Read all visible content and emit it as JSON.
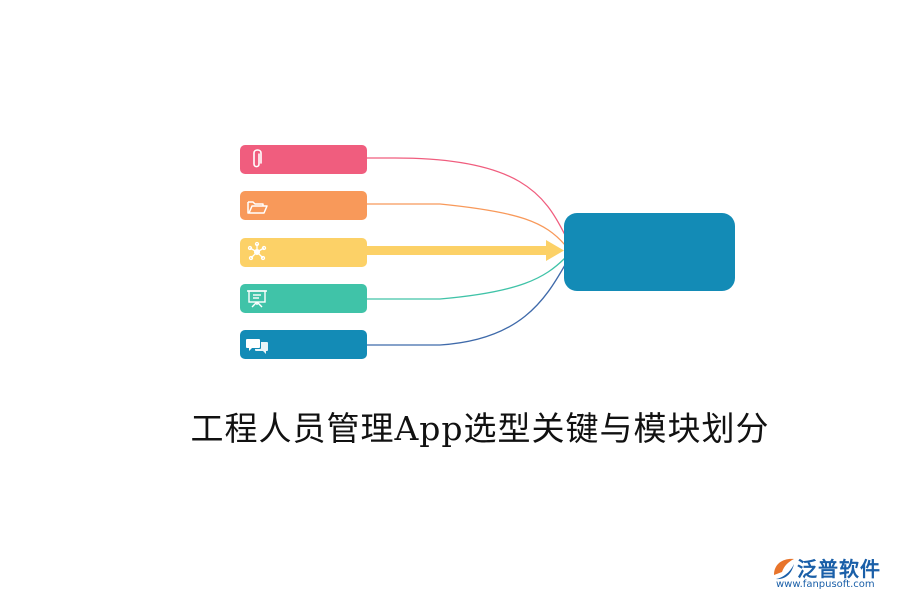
{
  "title": "工程人员管理App选型关键与模块划分",
  "colors": {
    "pink": "#f05d7e",
    "orange": "#f8995a",
    "yellow": "#fcd167",
    "green": "#40c3a8",
    "blue": "#138bb6",
    "hub": "#138bb6",
    "arrow": "#fcd167"
  },
  "nodes": [
    {
      "id": "node-1",
      "label": "",
      "icon": "paperclip-icon",
      "color": "#f05d7e"
    },
    {
      "id": "node-2",
      "label": "",
      "icon": "folder-icon",
      "color": "#f8995a"
    },
    {
      "id": "node-3",
      "label": "",
      "icon": "network-icon",
      "color": "#fcd167"
    },
    {
      "id": "node-4",
      "label": "",
      "icon": "presentation-board-icon",
      "color": "#40c3a8"
    },
    {
      "id": "node-5",
      "label": "",
      "icon": "chat-bubbles-icon",
      "color": "#138bb6"
    }
  ],
  "hub": {
    "label": ""
  },
  "watermark": {
    "name": "泛普软件",
    "url": "www.fanpusoft.com"
  }
}
